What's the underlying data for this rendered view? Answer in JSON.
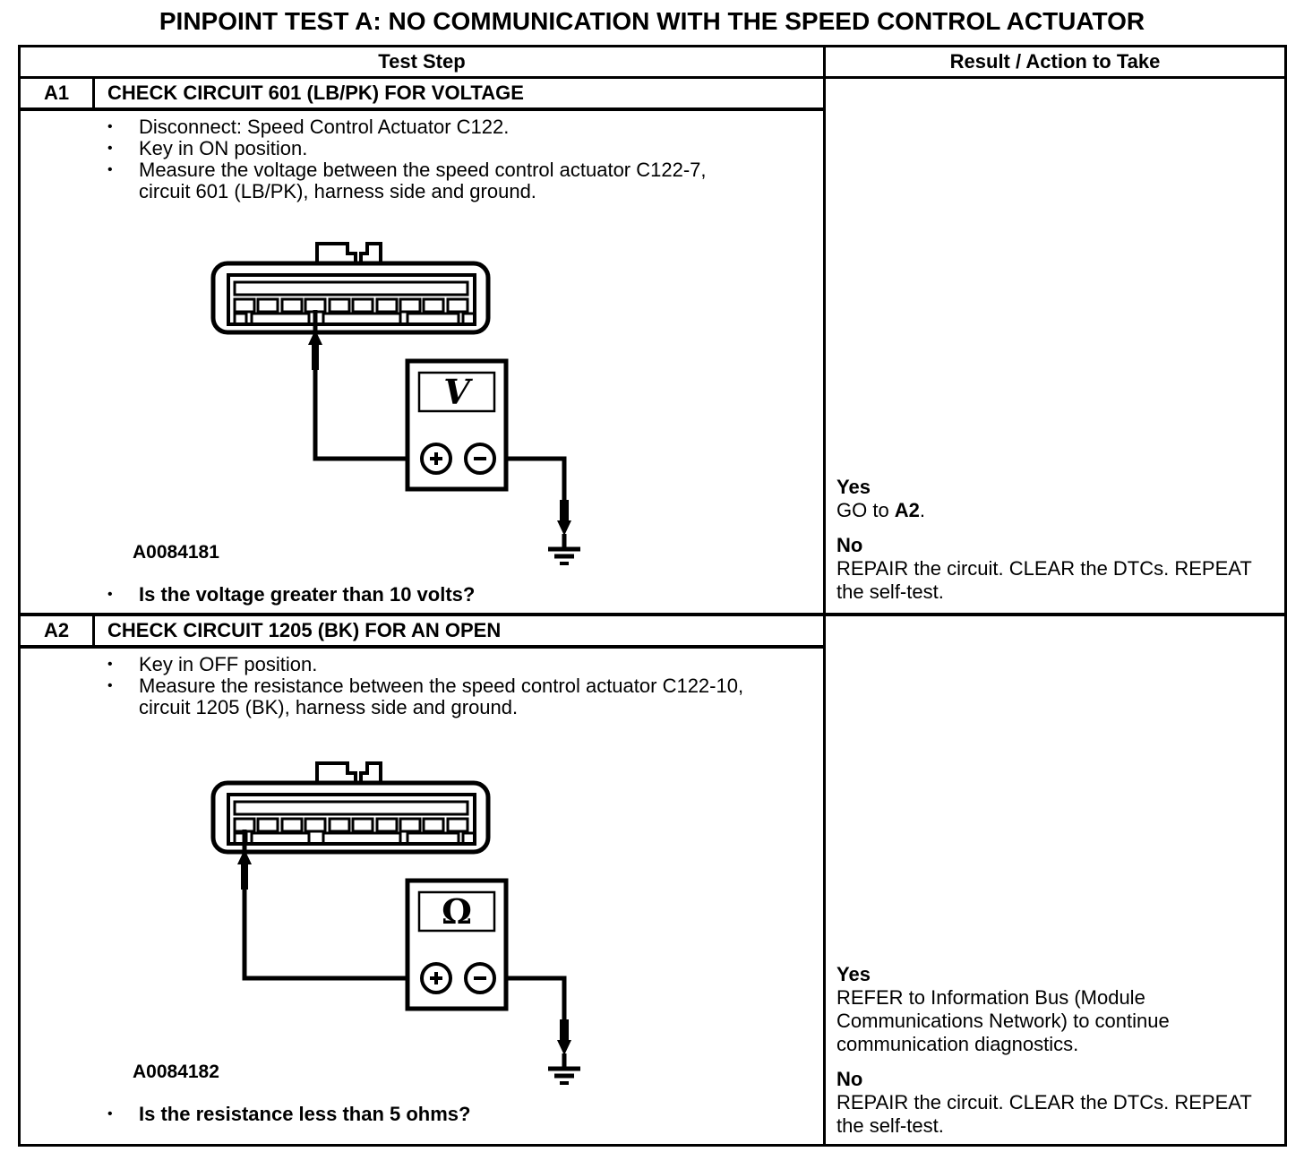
{
  "page_title": "PINPOINT TEST A: NO COMMUNICATION WITH THE SPEED CONTROL ACTUATOR",
  "table": {
    "headers": {
      "test_step": "Test Step",
      "result": "Result / Action to Take"
    },
    "steps": [
      {
        "id": "A1",
        "title": "CHECK CIRCUIT 601 (LB/PK) FOR VOLTAGE",
        "bullets": [
          "Disconnect: Speed Control Actuator C122.",
          "Key in ON position.",
          "Measure the voltage between the speed control actuator C122-7, circuit 601 (LB/PK), harness side and ground."
        ],
        "diagram": {
          "meter_symbol": "V",
          "figure_label": "A0084181"
        },
        "question": "Is the voltage greater than 10 volts?",
        "result": {
          "yes_label": "Yes",
          "yes_action_prefix": "GO to ",
          "yes_action_bold": "A2",
          "yes_action_suffix": ".",
          "no_label": "No",
          "no_action": "REPAIR the circuit. CLEAR the DTCs. REPEAT the self-test."
        }
      },
      {
        "id": "A2",
        "title": "CHECK CIRCUIT 1205 (BK) FOR AN OPEN",
        "bullets": [
          "Key in OFF position.",
          "Measure the resistance between the speed control actuator C122-10, circuit 1205 (BK), harness side and ground."
        ],
        "diagram": {
          "meter_symbol": "Ω",
          "figure_label": "A0084182"
        },
        "question": "Is the resistance less than 5 ohms?",
        "result": {
          "yes_label": "Yes",
          "yes_action_prefix": "REFER to Information Bus (Module Communications Network) to continue communication diagnostics.",
          "yes_action_bold": "",
          "yes_action_suffix": "",
          "no_label": "No",
          "no_action": "REPAIR the circuit. CLEAR the DTCs. REPEAT the self-test."
        }
      }
    ]
  }
}
